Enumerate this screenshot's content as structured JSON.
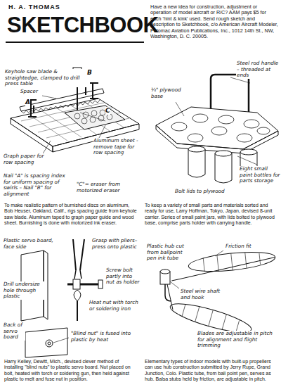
{
  "diagram": {
    "title": "SKETCHBOOK",
    "labels": [
      "H. A. THOMAS",
      "Have a new idea for construction, adjustment or operation of model aircraft or R/C? AAM pays $5 for each 'hint & kink' used. Send rough sketch and description to Sketchbook, c/o American Aircraft Modeler, Potomac Aviation Publications, Inc., 1012 14th St., NW, Washington, D. C. 20005.",
      "Keyhole saw blade & straightedge, clamped to drill press table",
      "Spacer",
      "A",
      "B",
      "C",
      "Graph paper for row spacing",
      "Nail \"A\" is spacing index for uniform spacing of swirls – Nail \"B\" for alignment",
      "Aluminum sheet - remove tape for row spacing",
      "\"C\"= eraser from motorized eraser",
      "To make realistic pattern of burnished discs on aluminum, Bob Heuser, Oakland, Calif., rigs spacing guide from keyhole saw blade. Aluminum taped to graph paper guide and wood sheet. Burnishing is done with motorized ink eraser.",
      "¼\" plywood base",
      "Steel rod handle – threaded at ends",
      "Eight small paint bottles for parts storage",
      "Bolt lids to plywood",
      "To keep a variety of small parts and materials sorted and ready for use, Larry Hoffman, Tokyo, Japan, devised 8-unit carrier. Series of small paint jars, with lids bolted to plywood base, comprise parts holder with carrying handle.",
      "Plastic servo board, face side",
      "Grasp with pliers– press onto plastic",
      "Screw bolt partly into nut as holder",
      "Drill undersize hole through plastic",
      "Heat nut with torch or soldering iron",
      "Back of servo board",
      "\"Blind nut\" is fused into plastic by heat",
      "Harry Kelley, Dewitt, Mich., devised clever method of installing \"blind nuts\" to plastic servo board. Nut placed on bolt, heated with torch or soldering gun, then held against plastic to melt and fuse nut in position.",
      "Plastic hub cut from ballpoint pen ink tube",
      "Friction fit",
      "Steel wire shaft and hook",
      "Blades are adjustable in pitch for alignment and flight trimming",
      "Elementary types of indoor models with built-up propellers can use hub construction submitted by Jerry Rupe, Grand Junction, Colo. Plastic tube, from ball point pen, serves as hub. Balsa stubs held by friction, are adjustable in pitch."
    ]
  }
}
